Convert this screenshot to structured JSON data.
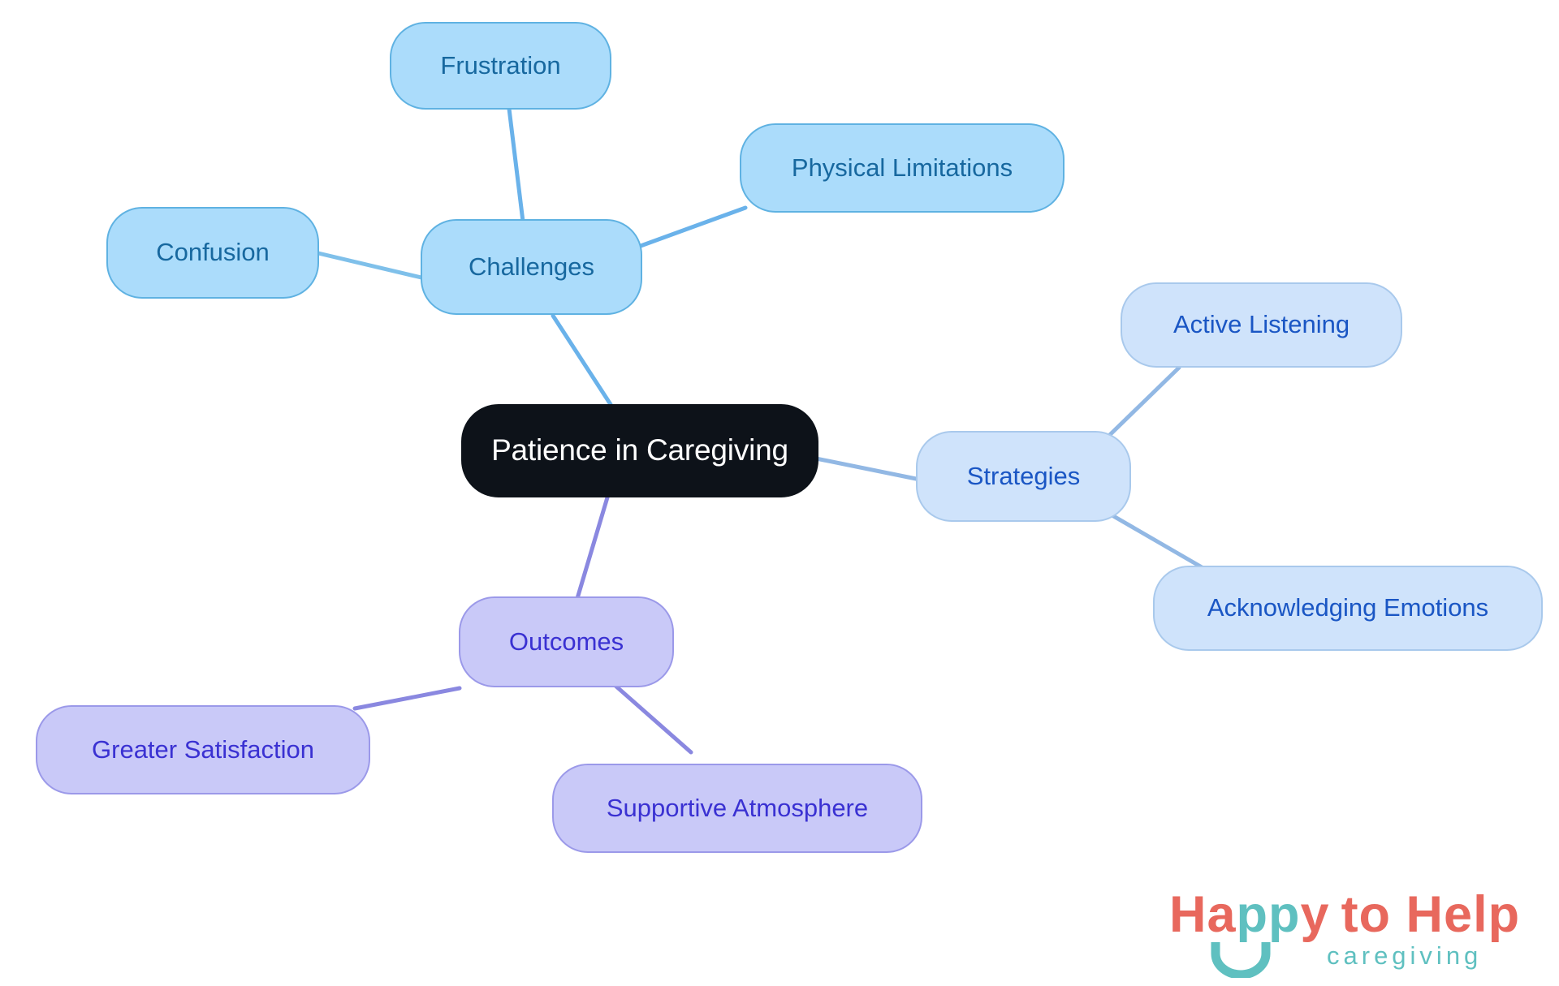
{
  "diagram": {
    "type": "mindmap",
    "title": "Patience in Caregiving",
    "root": {
      "id": "root",
      "label": "Patience in Caregiving",
      "fill": "#0d1219",
      "text_color": "#ffffff"
    },
    "branches": [
      {
        "id": "challenges",
        "label": "Challenges",
        "fill": "#abdcfb",
        "border": "#5fb2e2",
        "text_color": "#17689f",
        "edge_color": "#6ab2ea",
        "children": [
          {
            "id": "frustration",
            "label": "Frustration"
          },
          {
            "id": "confusion",
            "label": "Confusion"
          },
          {
            "id": "physical-limitations",
            "label": "Physical Limitations"
          }
        ]
      },
      {
        "id": "strategies",
        "label": "Strategies",
        "fill": "#cfe3fb",
        "border": "#a9c9ec",
        "text_color": "#1a56c4",
        "edge_color": "#92b8e4",
        "children": [
          {
            "id": "active-listening",
            "label": "Active Listening"
          },
          {
            "id": "acknowledging-emotions",
            "label": "Acknowledging Emotions"
          }
        ]
      },
      {
        "id": "outcomes",
        "label": "Outcomes",
        "fill": "#c9c9f8",
        "border": "#9b99e9",
        "text_color": "#3a31d2",
        "edge_color": "#8a88e0",
        "children": [
          {
            "id": "greater-satisfaction",
            "label": "Greater Satisfaction"
          },
          {
            "id": "supportive-atmosphere",
            "label": "Supportive Atmosphere"
          }
        ]
      }
    ]
  },
  "logo": {
    "word_happy": "Happy",
    "word_happy_prefix": "Ha",
    "word_happy_pp": "pp",
    "word_happy_suffix": "y",
    "word_to_help": "to Help",
    "tagline": "caregiving",
    "coral": "#e8685d",
    "teal": "#5fc0c0"
  }
}
